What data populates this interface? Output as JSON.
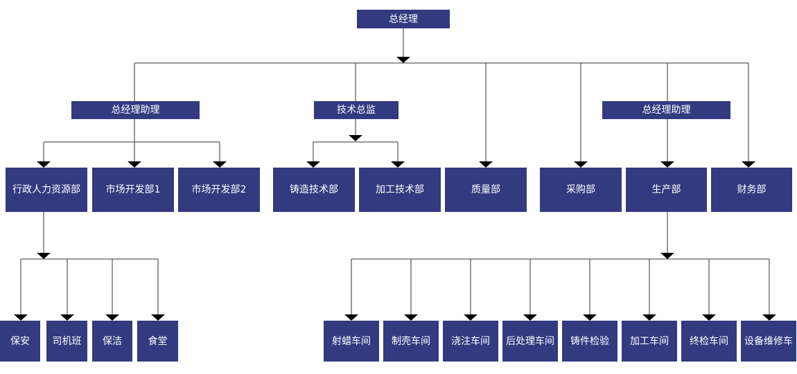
{
  "org": {
    "gm": "总经理",
    "assistant_left": "总经理助理",
    "tech_director": "技术总监",
    "assistant_right": "总经理助理",
    "admin_hr": "行政人力资源部",
    "market1": "市场开发部1",
    "market2": "市场开发部2",
    "casting_tech": "铸造技术部",
    "machining_tech": "加工技术部",
    "quality": "质量部",
    "purchasing": "采购部",
    "production": "生产部",
    "finance": "财务部",
    "security": "保安",
    "drivers": "司机班",
    "cleaning": "保洁",
    "canteen": "食堂",
    "wax_workshop": "射蜡车间",
    "shell_workshop": "制壳车间",
    "pouring_workshop": "浇注车间",
    "post_workshop": "后处理车间",
    "casting_inspection": "铸件检验",
    "machining_workshop": "加工车间",
    "final_inspection": "终检车间",
    "maintenance_workshop": "设备维修车"
  },
  "colors": {
    "box": "#333a80",
    "line": "#333333",
    "arrow": "#000000"
  }
}
